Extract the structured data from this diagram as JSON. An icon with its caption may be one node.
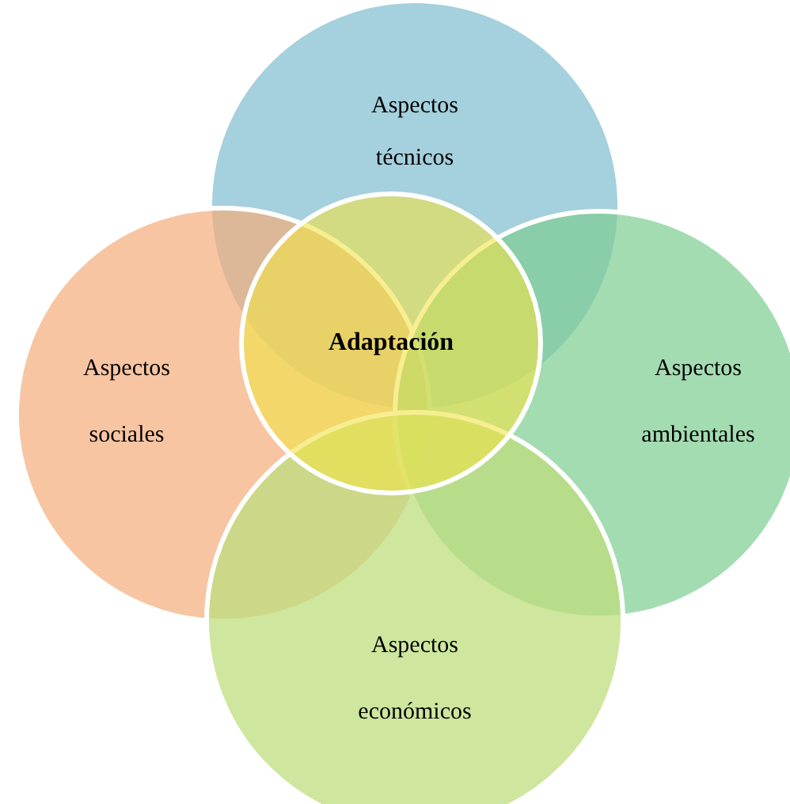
{
  "diagram": {
    "nodes": [
      {
        "text": [
          "Aspectos técnicos"
        ]
      },
      {
        "text": [
          "Aspectos sociales"
        ]
      },
      {
        "text": [
          "Adaptación"
        ]
      },
      {
        "text": [
          "Aspectos ambientales"
        ]
      },
      {
        "text": [
          "Aspectos económicos"
        ]
      }
    ]
  }
}
